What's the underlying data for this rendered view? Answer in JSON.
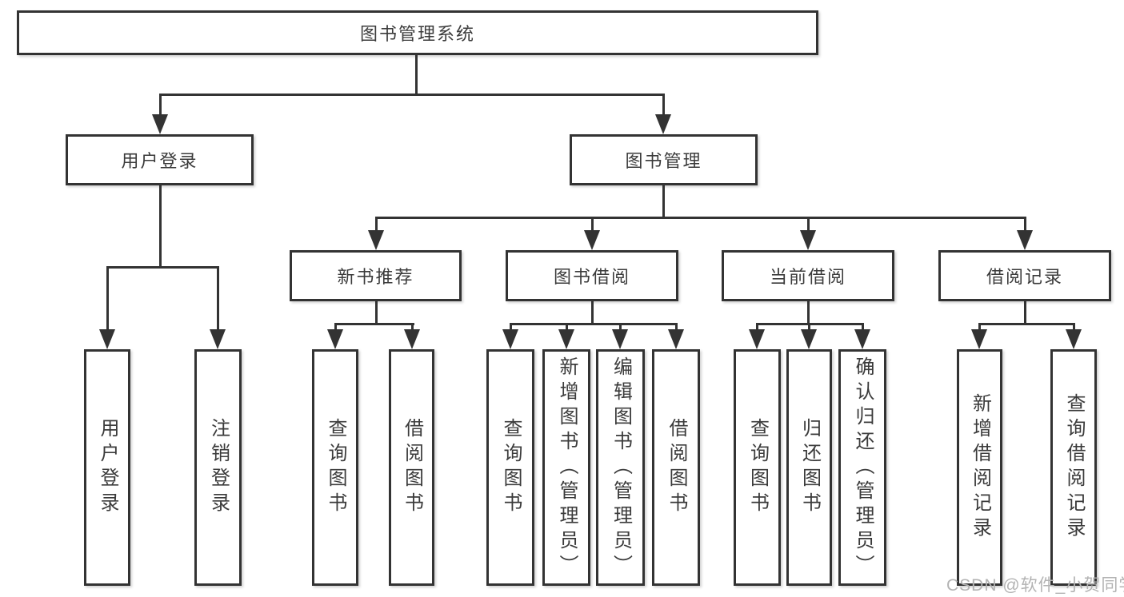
{
  "page": {
    "watermark": "CSDN @软件_小贺同学"
  },
  "colors": {
    "line": "#333333",
    "text": "#3b3b3b",
    "background": "#ffffff",
    "watermark": "#b3b3b3"
  },
  "tree": {
    "label": "图书管理系统",
    "children": [
      {
        "label": "用户登录",
        "children": [
          {
            "label": "用户登录"
          },
          {
            "label": "注销登录"
          }
        ]
      },
      {
        "label": "图书管理",
        "children": [
          {
            "label": "新书推荐",
            "children": [
              {
                "label": "查询图书"
              },
              {
                "label": "借阅图书"
              }
            ]
          },
          {
            "label": "图书借阅",
            "children": [
              {
                "label": "查询图书"
              },
              {
                "label": "新增图书（管理员）"
              },
              {
                "label": "编辑图书（管理员）"
              },
              {
                "label": "借阅图书"
              }
            ]
          },
          {
            "label": "当前借阅",
            "children": [
              {
                "label": "查询图书"
              },
              {
                "label": "归还图书"
              },
              {
                "label": "确认归还（管理员）"
              }
            ]
          },
          {
            "label": "借阅记录",
            "children": [
              {
                "label": "新增借阅记录"
              },
              {
                "label": "查询借阅记录"
              }
            ]
          }
        ]
      }
    ]
  }
}
